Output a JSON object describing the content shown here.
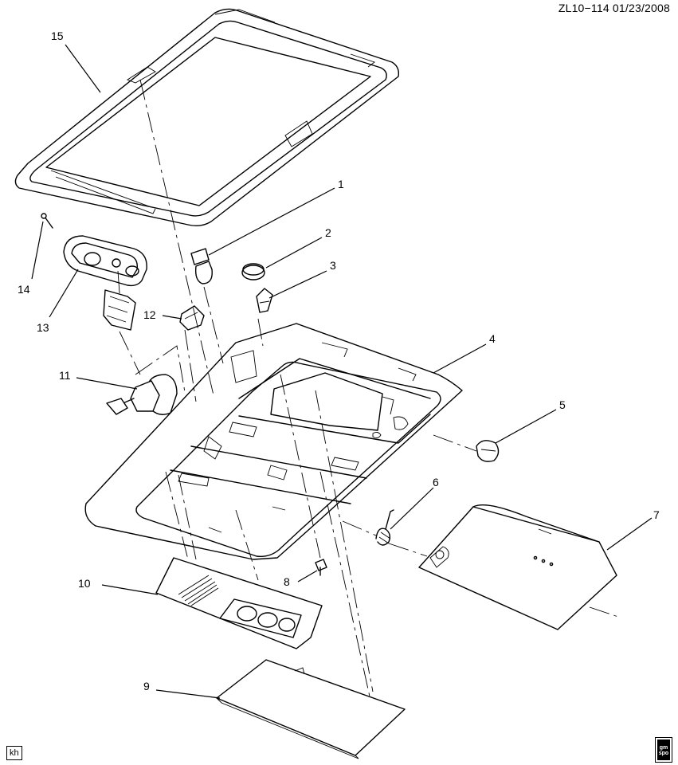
{
  "header": {
    "code": "ZL10−114  01/23/2008"
  },
  "footer": {
    "drafter": "kh",
    "logo_text": "gm spo"
  },
  "callouts": [
    {
      "id": "callout-1",
      "label": "1"
    },
    {
      "id": "callout-2",
      "label": "2"
    },
    {
      "id": "callout-3",
      "label": "3"
    },
    {
      "id": "callout-4",
      "label": "4"
    },
    {
      "id": "callout-5",
      "label": "5"
    },
    {
      "id": "callout-6",
      "label": "6"
    },
    {
      "id": "callout-7",
      "label": "7"
    },
    {
      "id": "callout-8",
      "label": "8"
    },
    {
      "id": "callout-9",
      "label": "9"
    },
    {
      "id": "callout-10",
      "label": "10"
    },
    {
      "id": "callout-11",
      "label": "11"
    },
    {
      "id": "callout-12",
      "label": "12"
    },
    {
      "id": "callout-13",
      "label": "13"
    },
    {
      "id": "callout-14",
      "label": "14"
    },
    {
      "id": "callout-15",
      "label": "15"
    }
  ]
}
